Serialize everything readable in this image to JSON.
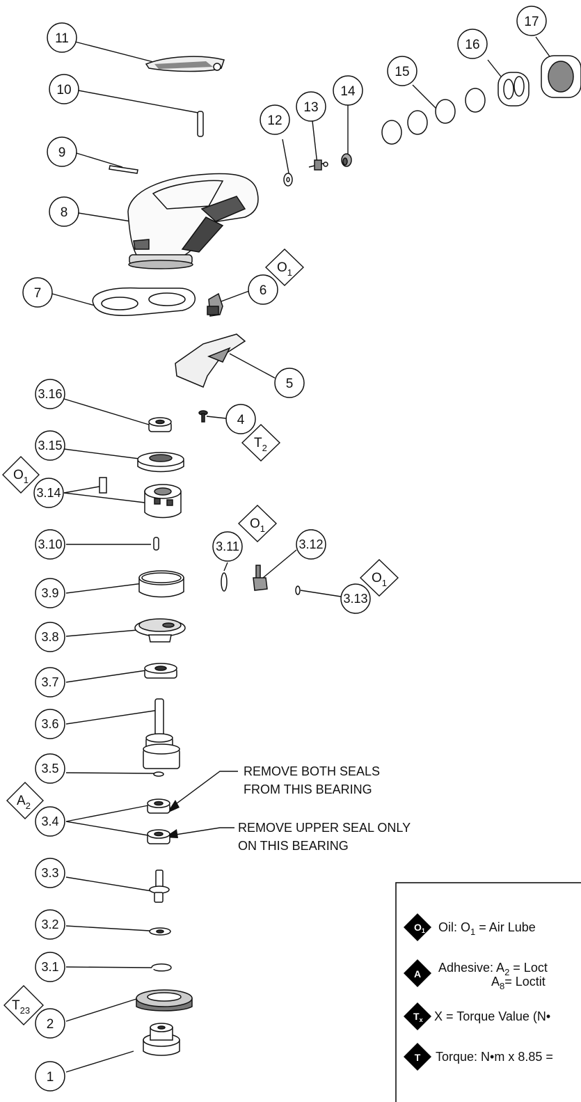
{
  "callouts": [
    {
      "id": "c11",
      "text": "11"
    },
    {
      "id": "c10",
      "text": "10"
    },
    {
      "id": "c9",
      "text": "9"
    },
    {
      "id": "c8",
      "text": "8"
    },
    {
      "id": "c7",
      "text": "7"
    },
    {
      "id": "c6",
      "text": "6"
    },
    {
      "id": "c5",
      "text": "5"
    },
    {
      "id": "c4",
      "text": "4"
    },
    {
      "id": "c12",
      "text": "12"
    },
    {
      "id": "c13",
      "text": "13"
    },
    {
      "id": "c14",
      "text": "14"
    },
    {
      "id": "c15",
      "text": "15"
    },
    {
      "id": "c16",
      "text": "16"
    },
    {
      "id": "c17",
      "text": "17"
    },
    {
      "id": "c316",
      "text": "3.16"
    },
    {
      "id": "c315",
      "text": "3.15"
    },
    {
      "id": "c314",
      "text": "3.14"
    },
    {
      "id": "c310",
      "text": "3.10"
    },
    {
      "id": "c39",
      "text": "3.9"
    },
    {
      "id": "c38",
      "text": "3.8"
    },
    {
      "id": "c37",
      "text": "3.7"
    },
    {
      "id": "c36",
      "text": "3.6"
    },
    {
      "id": "c35",
      "text": "3.5"
    },
    {
      "id": "c34",
      "text": "3.4"
    },
    {
      "id": "c33",
      "text": "3.3"
    },
    {
      "id": "c32",
      "text": "3.2"
    },
    {
      "id": "c31",
      "text": "3.1"
    },
    {
      "id": "c2",
      "text": "2"
    },
    {
      "id": "c1",
      "text": "1"
    },
    {
      "id": "c311",
      "text": "3.11"
    },
    {
      "id": "c312",
      "text": "3.12"
    },
    {
      "id": "c313",
      "text": "3.13"
    }
  ],
  "spec_tags": {
    "o1_letter": "O",
    "o1_sub": "1",
    "t2_letter": "T",
    "t2_sub": "2",
    "a2_letter": "A",
    "a2_sub": "2",
    "t23_letter": "T",
    "t23_sub": "23"
  },
  "notes": {
    "remove_both_line1": "REMOVE BOTH SEALS",
    "remove_both_line2": "FROM THIS BEARING",
    "remove_upper_line1": "REMOVE UPPER SEAL ONLY",
    "remove_upper_line2": "ON THIS BEARING"
  },
  "legend": {
    "oil_icon_letter": "O",
    "oil_icon_sub": "1",
    "oil_prefix": "Oil: O",
    "oil_sub": "1",
    "oil_suffix": " = Air Lube",
    "adhesive_icon": "A",
    "adhesive_prefix": "Adhesive:  A",
    "adhesive_sub1": "2",
    "adhesive_mid1": "  = Loct",
    "adhesive_line2_prefix": "A",
    "adhesive_sub2": "8",
    "adhesive_mid2": "= Loctit",
    "torque_x_icon": "T",
    "torque_x_icon_sub": "x",
    "torque_x_text": "X = Torque Value (N•",
    "torque_icon": "T",
    "torque_text": "Torque: N•m x 8.85 ="
  },
  "colors": {
    "line": "#111111",
    "legend_icon": "#000000"
  }
}
